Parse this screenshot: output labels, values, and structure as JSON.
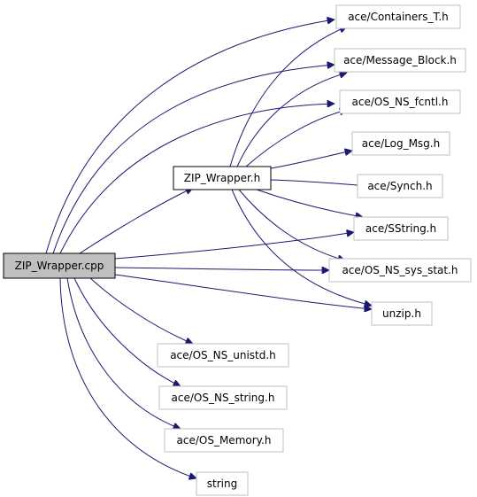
{
  "colors": {
    "edge": "#191970",
    "node_border": "#bfbfbf",
    "focus_fill": "#bfbfbf",
    "text": "#000000"
  },
  "nodes": {
    "zip_wrapper_cpp": "ZIP_Wrapper.cpp",
    "zip_wrapper_h": "ZIP_Wrapper.h",
    "containers_t": "ace/Containers_T.h",
    "message_block": "ace/Message_Block.h",
    "os_ns_fcntl": "ace/OS_NS_fcntl.h",
    "log_msg": "ace/Log_Msg.h",
    "synch": "ace/Synch.h",
    "sstring": "ace/SString.h",
    "os_ns_sys_stat": "ace/OS_NS_sys_stat.h",
    "unzip": "unzip.h",
    "os_ns_unistd": "ace/OS_NS_unistd.h",
    "os_ns_string": "ace/OS_NS_string.h",
    "os_memory": "ace/OS_Memory.h",
    "string": "string"
  }
}
